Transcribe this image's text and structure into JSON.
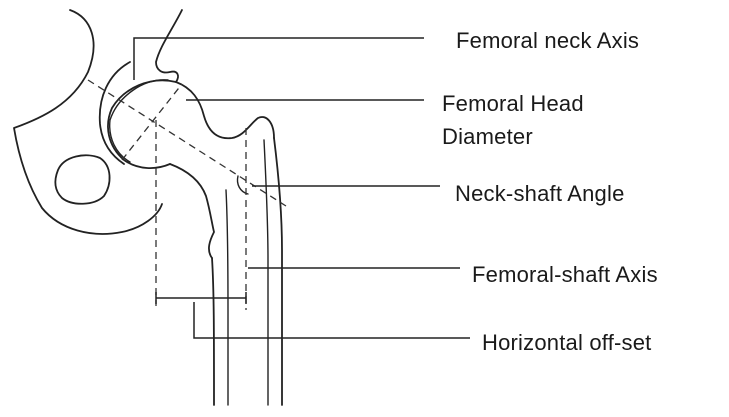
{
  "labels": {
    "femoral_neck_axis": "Femoral neck Axis",
    "femoral_head_diameter_line1": "Femoral Head",
    "femoral_head_diameter_line2": "Diameter",
    "neck_shaft_angle": "Neck-shaft Angle",
    "femoral_shaft_axis": "Femoral-shaft Axis",
    "horizontal_offset": "Horizontal off-set"
  },
  "colors": {
    "ink": "#222222",
    "background": "#ffffff"
  }
}
